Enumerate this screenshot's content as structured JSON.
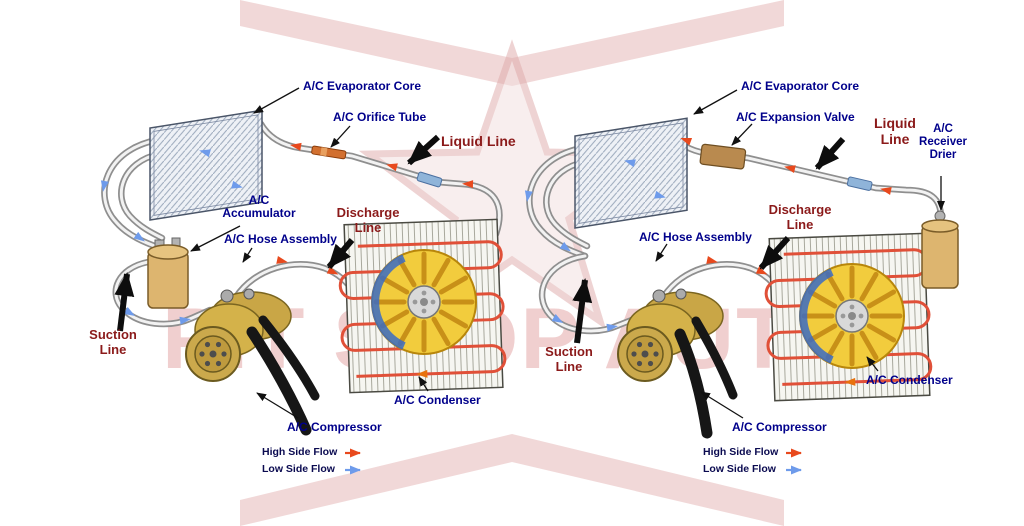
{
  "watermark": {
    "text": "PIT STOP AUTO"
  },
  "left": {
    "evaporator": "A/C Evaporator Core",
    "orifice_tube": "A/C Orifice Tube",
    "liquid_line": "Liquid Line",
    "accumulator_line1": "A/C",
    "accumulator_line2": "Accumulator",
    "hose_assembly": "A/C Hose Assembly",
    "discharge_line1": "Discharge",
    "discharge_line2": "Line",
    "suction_line1": "Suction",
    "suction_line2": "Line",
    "compressor": "A/C Compressor",
    "condenser": "A/C Condenser",
    "legend_high": "High Side Flow",
    "legend_low": "Low Side Flow"
  },
  "right": {
    "evaporator": "A/C Evaporator Core",
    "expansion_valve": "A/C Expansion Valve",
    "liquid_line1": "Liquid",
    "liquid_line2": "Line",
    "receiver_line1": "A/C",
    "receiver_line2": "Receiver",
    "receiver_line3": "Drier",
    "hose_assembly": "A/C Hose Assembly",
    "discharge_line1": "Discharge",
    "discharge_line2": "Line",
    "suction_line1": "Suction",
    "suction_line2": "Line",
    "compressor": "A/C Compressor",
    "condenser": "A/C Condenser",
    "legend_high": "High Side Flow",
    "legend_low": "Low Side Flow"
  },
  "colors": {
    "label_blue": "#00008B",
    "line_label_red": "#8B1A1A",
    "high_side_flow": "#E8491D",
    "low_side_flow": "#6E9BEB",
    "condenser_coil": "#E05038",
    "component_gold": "#C9A646",
    "tank_tan": "#DDB56F",
    "watermark_pink": "#DFA9A9"
  }
}
